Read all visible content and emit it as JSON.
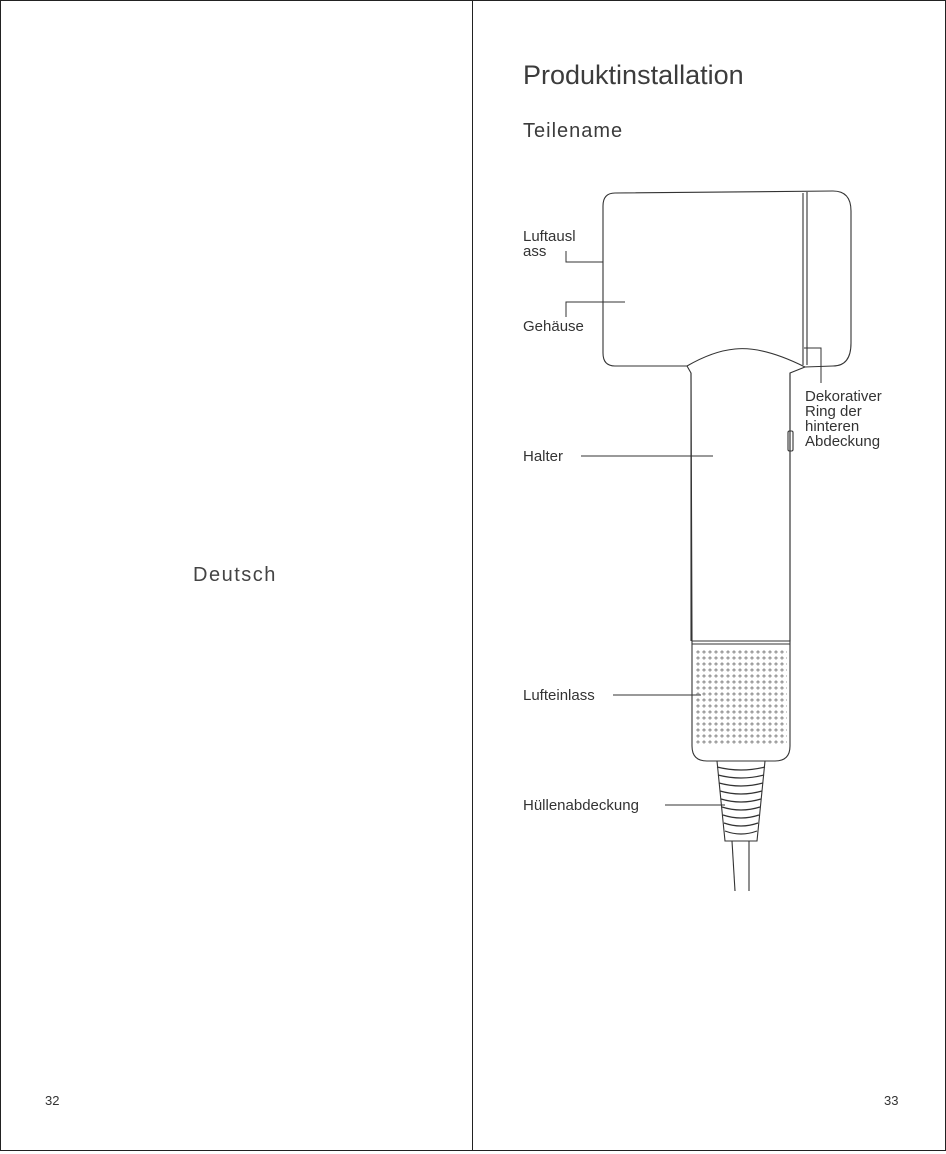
{
  "left_page": {
    "language": "Deutsch",
    "page_number": "32"
  },
  "right_page": {
    "title": "Produktinstallation",
    "subtitle": "Teilename",
    "page_number": "33",
    "parts": {
      "air_outlet": "Luftausl\nass",
      "housing": "Gehäuse",
      "decorative_ring": "Dekorativer\nRing der\nhinteren\nAbdeckung",
      "holder": "Halter",
      "air_inlet": "Lufteinlass",
      "sleeve_cover": "Hüllenabdeckung"
    }
  }
}
